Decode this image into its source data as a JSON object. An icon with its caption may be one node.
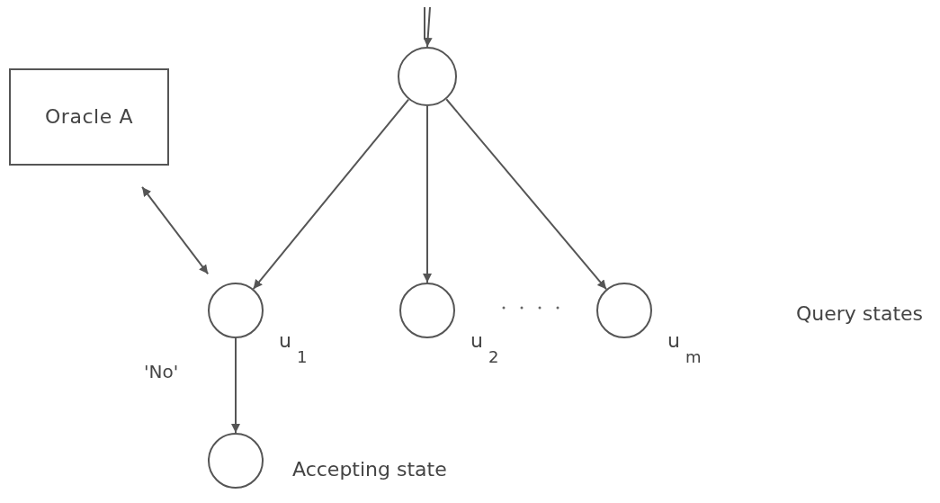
{
  "diagram": {
    "nodes": [
      {
        "text": [
          "Oracle A"
        ]
      },
      {
        "text": [],
        "shape": "circle"
      },
      {
        "text": [],
        "shape": "circle",
        "beside": [
          "u$_{1}$"
        ]
      },
      {
        "text": [],
        "shape": "circle",
        "beside": [
          "u$_{2}$"
        ]
      },
      {
        "text": [],
        "shape": "circle",
        "beside": [
          "u$_{m}$"
        ]
      },
      {
        "text": [],
        "shape": "circle",
        "beside": [
          "Accepting state"
        ]
      }
    ],
    "edges": [
      {
        "from": null,
        "to": 1,
        "arrow": "to"
      },
      {
        "from": 1,
        "to": 2,
        "arrow": "to"
      },
      {
        "from": 1,
        "to": 3,
        "arrow": "to"
      },
      {
        "from": 1,
        "to": 4,
        "arrow": "to"
      },
      {
        "from": 0,
        "to": 2,
        "arrow": "both"
      },
      {
        "from": 2,
        "to": 5,
        "arrow": "to",
        "label": "'No'"
      }
    ],
    "labels": [
      "Query states"
    ]
  }
}
